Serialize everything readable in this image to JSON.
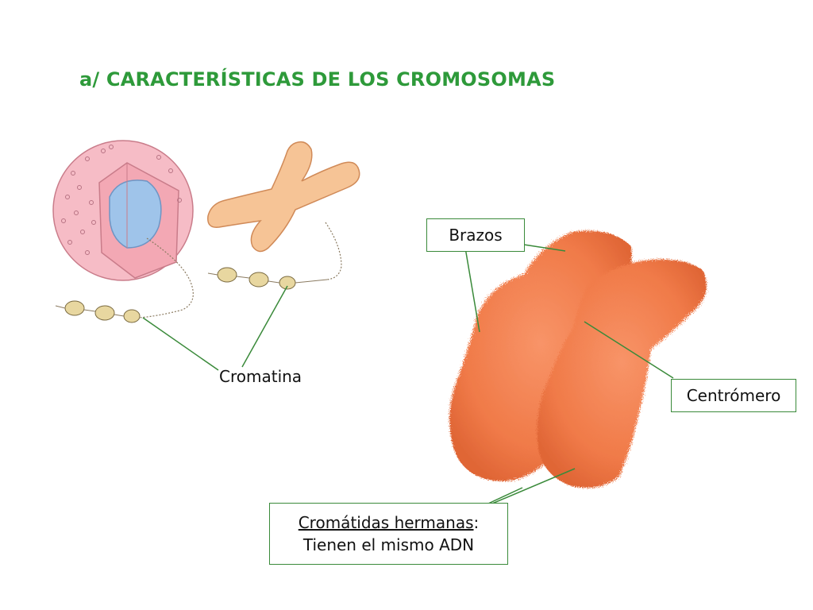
{
  "title": "a/ CARACTERÍSTICAS DE LOS CROMOSOMAS",
  "colors": {
    "title": "#2e9a3a",
    "leader": "#3a8a3a",
    "chromosome": "#f08050",
    "cell": "#f6bcc6",
    "nucleus": "#9fc4ea",
    "nucleosome": "#e8d7a0"
  },
  "labels": {
    "cromatina": "Cromatina",
    "brazos": "Brazos",
    "centromero": "Centrómero",
    "cromatidas_title": "Cromátidas hermanas",
    "cromatidas_colon": ":",
    "cromatidas_desc": "Tienen el mismo ADN"
  }
}
